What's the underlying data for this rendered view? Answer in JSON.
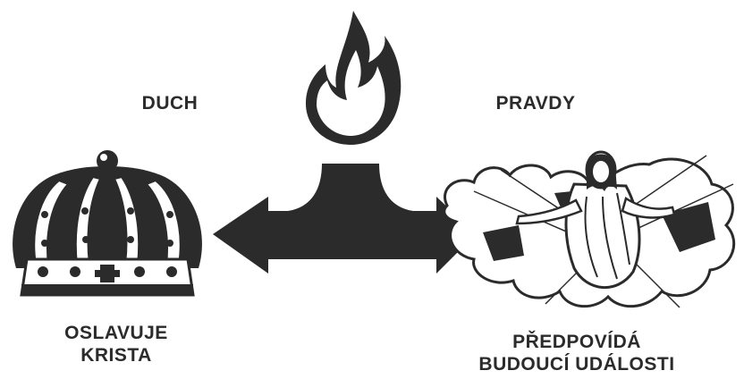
{
  "labels": {
    "top_left": "DUCH",
    "top_right": "PRAVDY",
    "bottom_left": [
      "OSLAVUJE",
      "KRISTA"
    ],
    "bottom_right": [
      "PŘEDPOVÍDÁ",
      "BUDOUCÍ UDÁLOSTI"
    ]
  },
  "colors": {
    "ink": "#2b2b2b",
    "paper": "#ffffff"
  },
  "icons": {
    "flame": "flame-icon",
    "arrow": "double-arrow-icon",
    "crown": "crown-icon",
    "christ": "christ-in-clouds-icon"
  }
}
